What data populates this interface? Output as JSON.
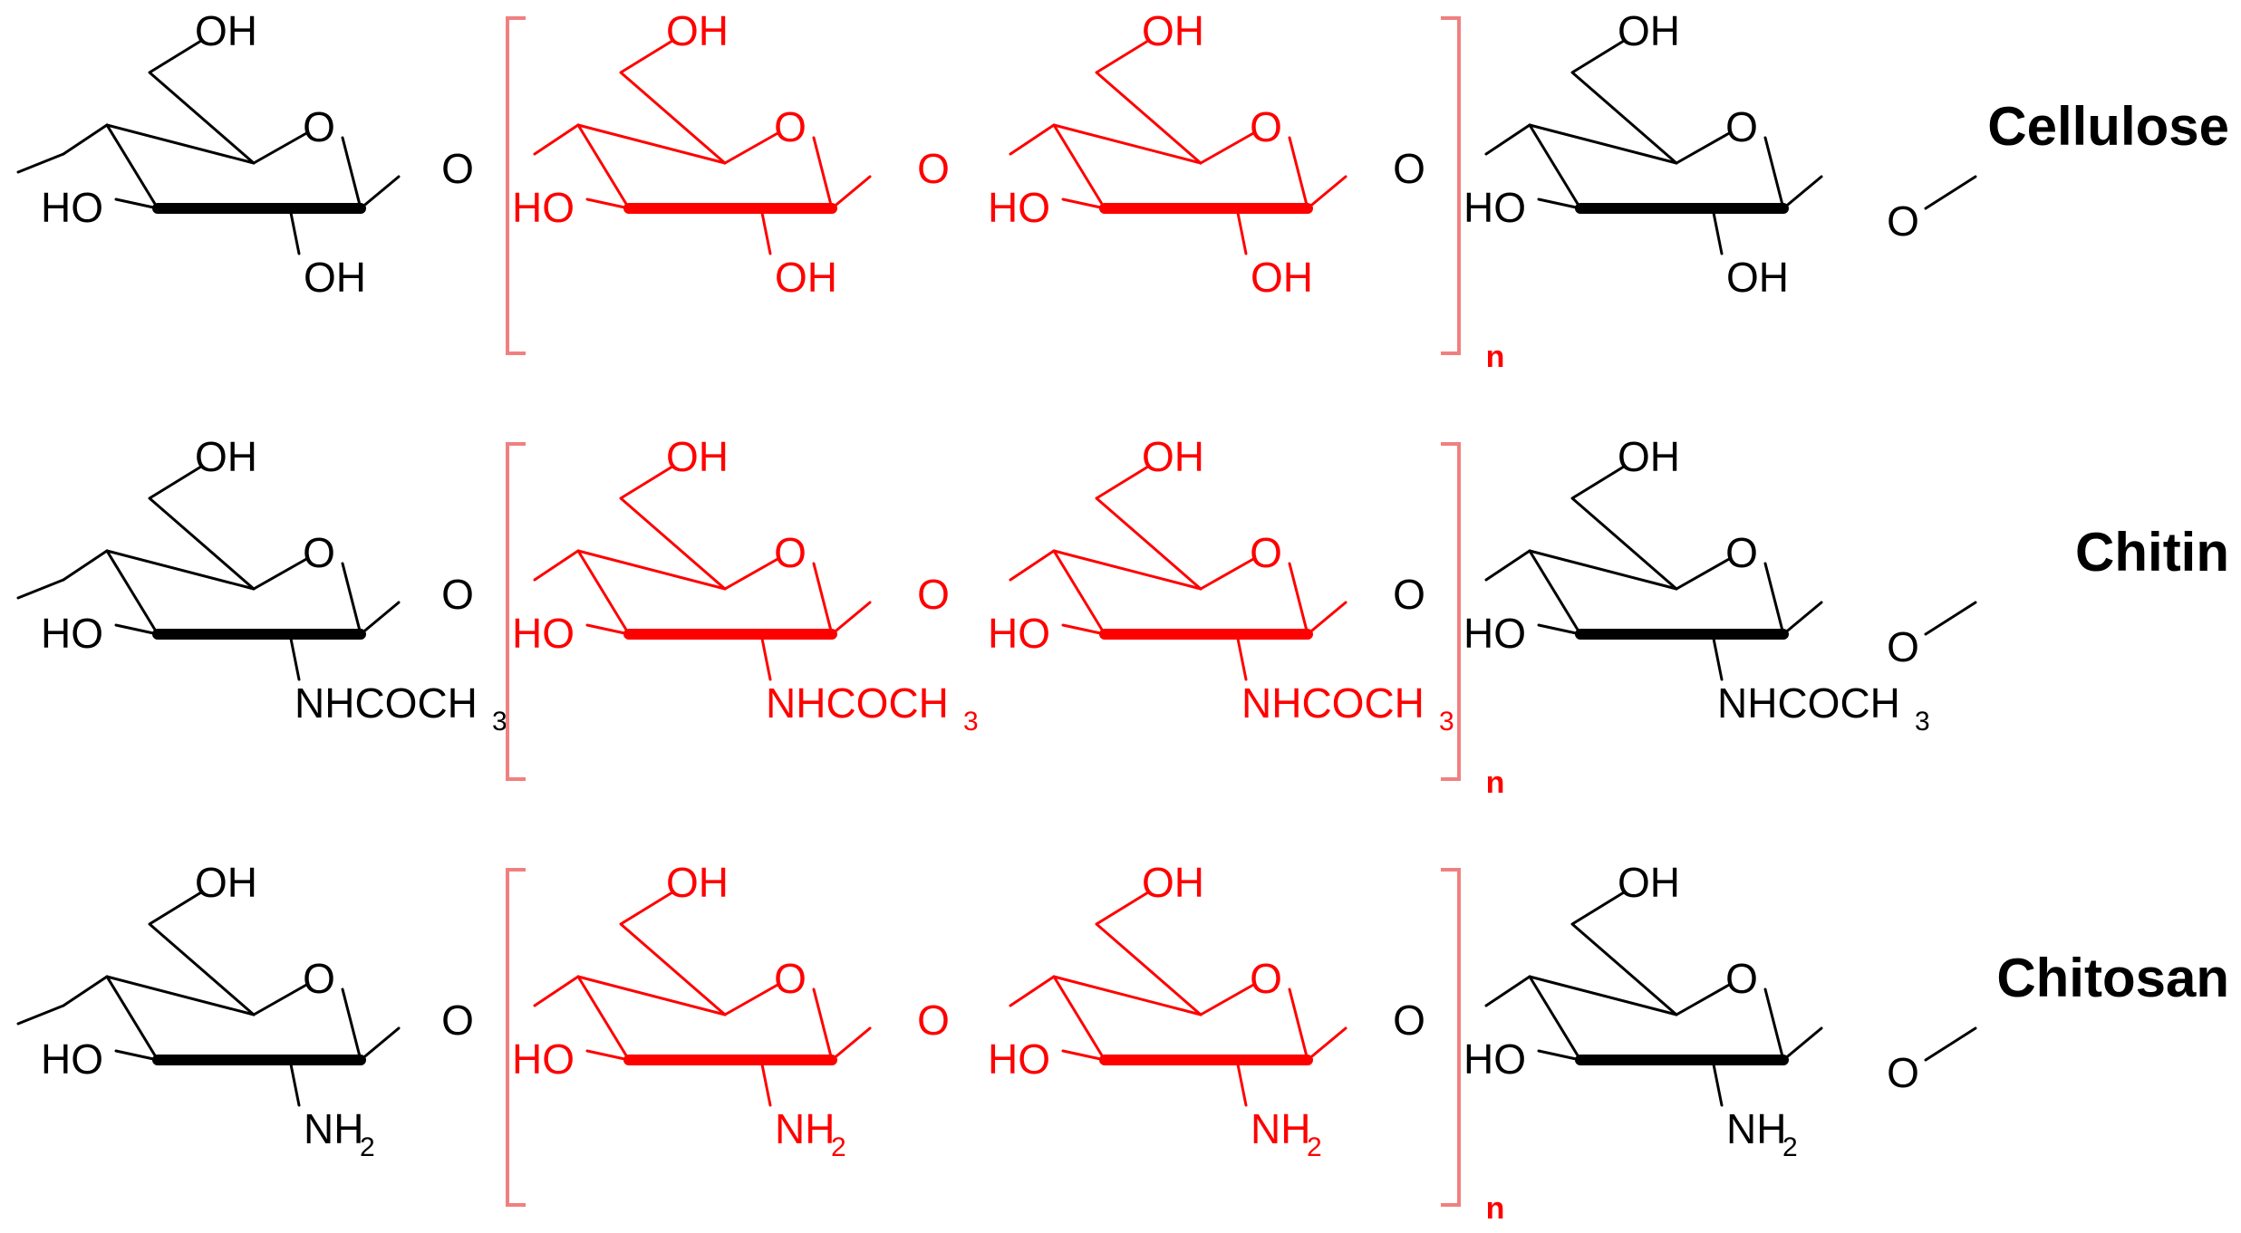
{
  "colors": {
    "terminal": "#000000",
    "repeat": "#ff0000",
    "bracket": "#f08080"
  },
  "labels": {
    "ring_oxygen": "O",
    "hydroxymethyl": "OH",
    "hydroxyl_left": "HO",
    "hydroxyl": "OH",
    "glycosidic_oxygen": "O",
    "acetamido": "NHCOCH",
    "acetamido_sub": "3",
    "amino": "NH",
    "amino_sub": "2",
    "repeat_index": "n"
  },
  "polymers": [
    {
      "name": "Cellulose",
      "substituent": "hydroxyl"
    },
    {
      "name": "Chitin",
      "substituent": "acetamido"
    },
    {
      "name": "Chitosan",
      "substituent": "amino"
    }
  ]
}
